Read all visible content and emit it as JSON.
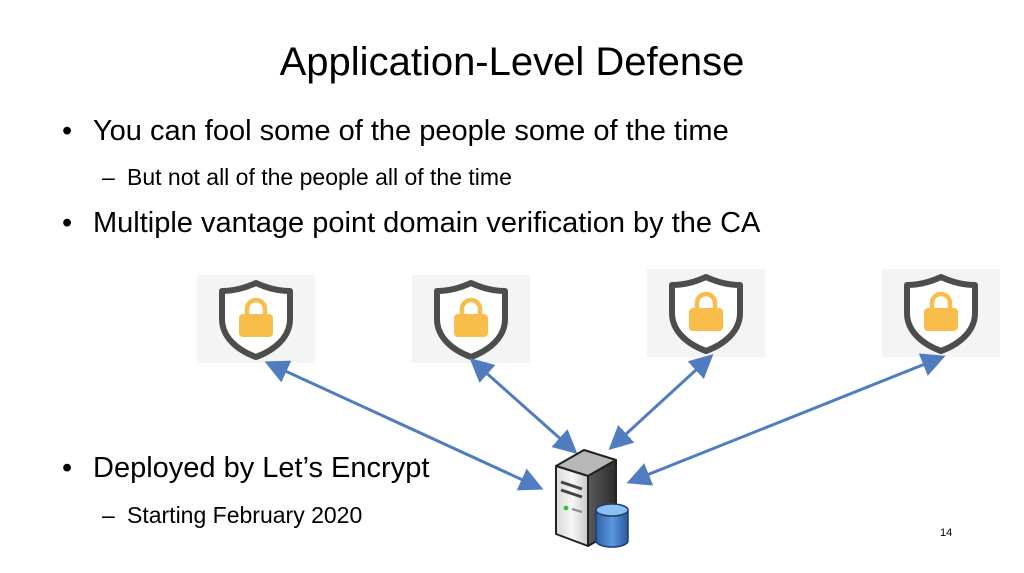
{
  "slide": {
    "title": "Application-Level Defense",
    "bullets": [
      {
        "bullet_glyph": "•",
        "text": "You can fool some of the people some of the time"
      },
      {
        "bullet_glyph": "–",
        "text": "But not all of the people all of the time"
      },
      {
        "bullet_glyph": "•",
        "text": "Multiple vantage point domain verification by the CA"
      },
      {
        "bullet_glyph": "•",
        "text": "Deployed by Let’s Encrypt"
      },
      {
        "bullet_glyph": "–",
        "text": "Starting February 2020"
      }
    ],
    "page_number": "14"
  },
  "diagram": {
    "vantage_icons": [
      "shield-lock-icon",
      "shield-lock-icon",
      "shield-lock-icon",
      "shield-lock-icon"
    ],
    "server_icon": "server-database-icon",
    "colors": {
      "arrow": "#4f7dc0",
      "shield_outline": "#4d4d4d",
      "lock_body": "#f8bd4a",
      "icon_tile_bg": "#f4f4f4"
    }
  }
}
